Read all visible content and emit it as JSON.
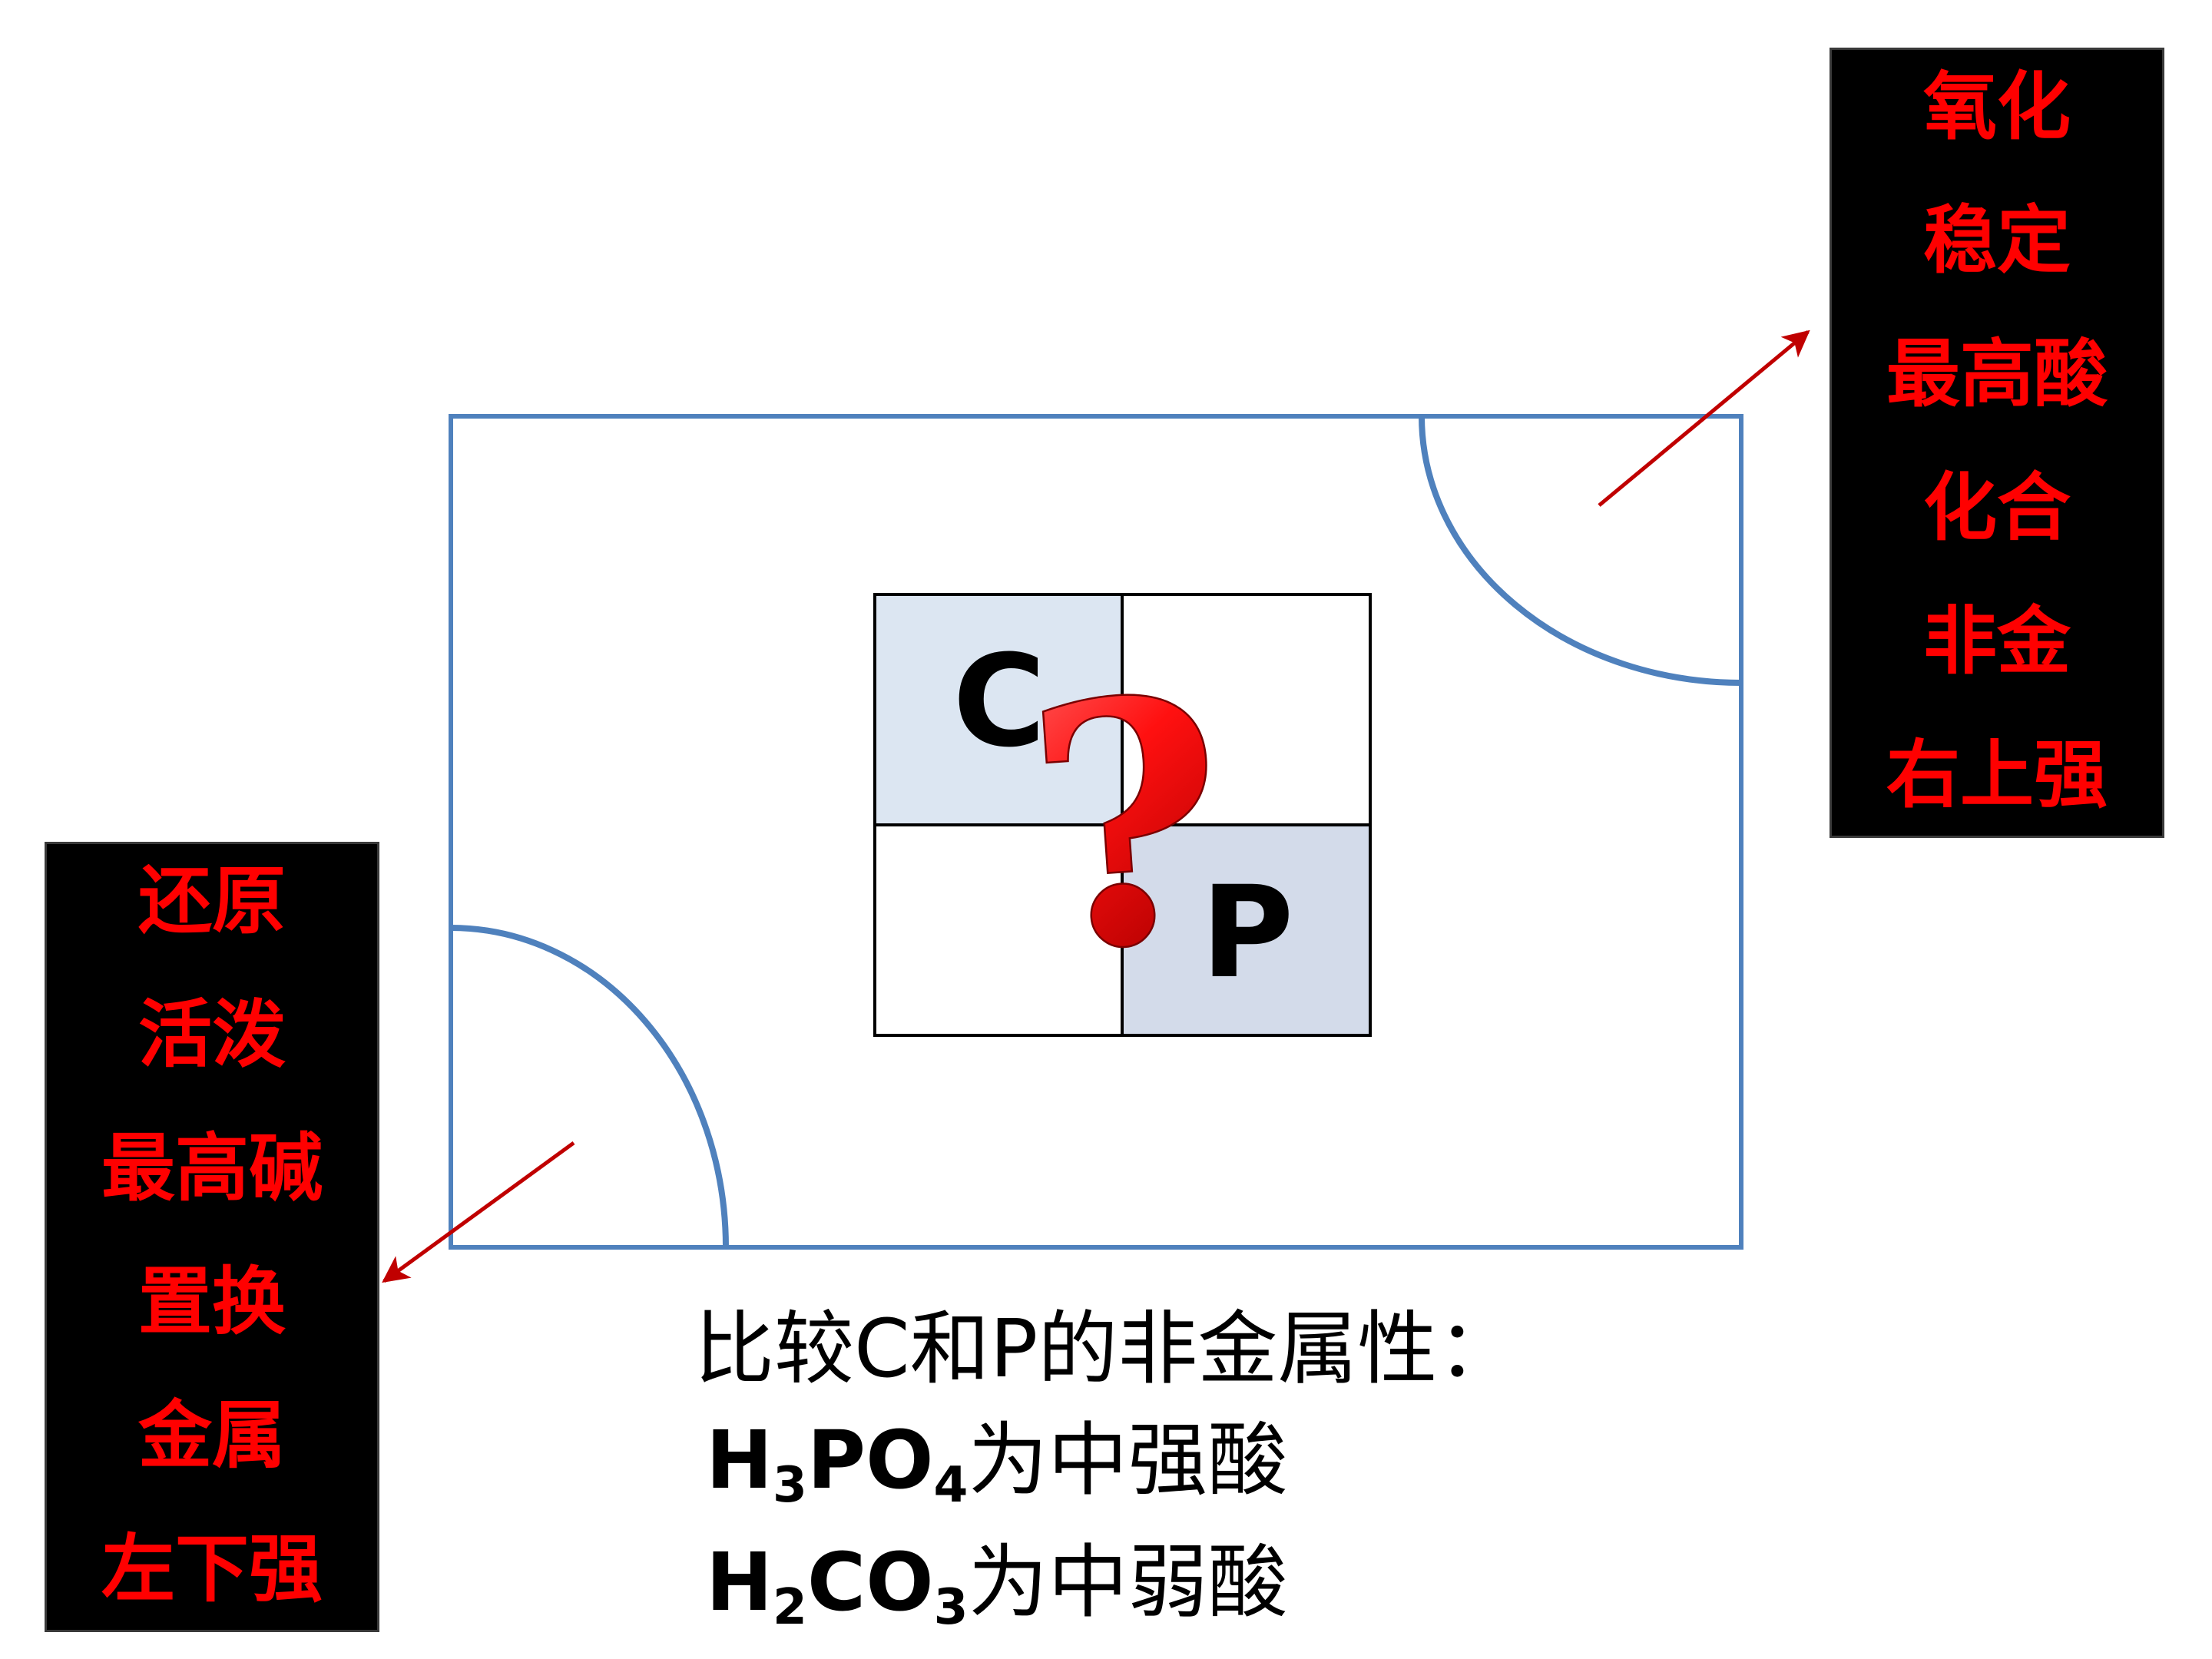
{
  "colors": {
    "label_red": "#ff0000",
    "box_bg": "#000000",
    "frame_blue": "#4f81bd",
    "arrow_red": "#c00000",
    "cell_c": "#dce6f2",
    "cell_p": "#d3dbea"
  },
  "right_box": {
    "lines": [
      "氧化",
      "稳定",
      "最高酸",
      "化合",
      "非金",
      "右上强"
    ]
  },
  "left_box": {
    "lines": [
      "还原",
      "活泼",
      "最高碱",
      "置换",
      "金属",
      "左下强"
    ]
  },
  "grid": {
    "top_left_symbol": "C",
    "bottom_right_symbol": "P",
    "question_mark": "?"
  },
  "question": {
    "title": "比较C和P的非金属性：",
    "lines": [
      {
        "parts": [
          "H",
          "3",
          "PO",
          "4",
          "为中强酸"
        ]
      },
      {
        "parts": [
          "H",
          "2",
          "CO",
          "3",
          "为中弱酸"
        ]
      }
    ]
  }
}
